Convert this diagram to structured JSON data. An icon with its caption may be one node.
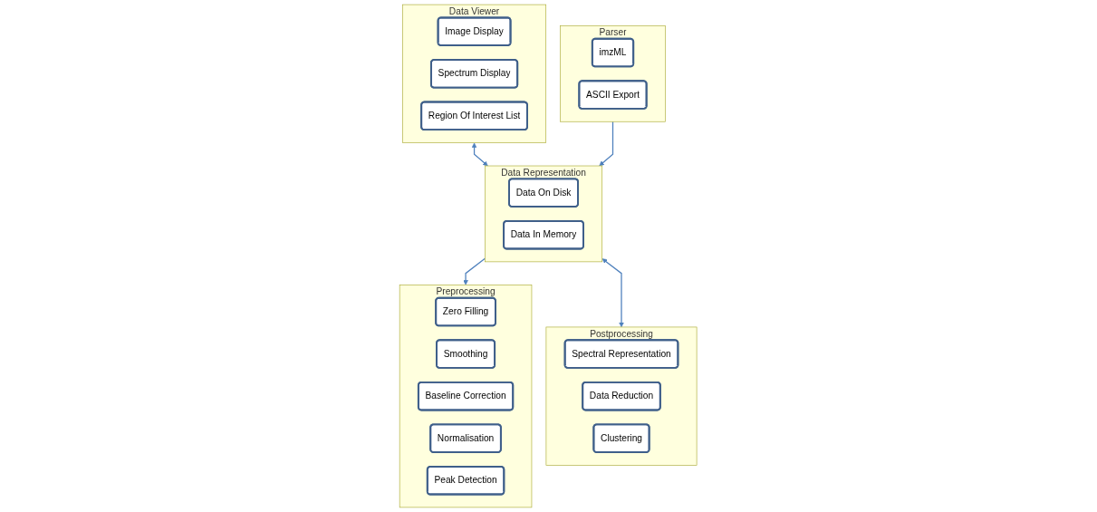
{
  "diagram": {
    "nodes": [
      {
        "text": [
          "Data Viewer"
        ]
      },
      {
        "text": [
          "Image Display"
        ],
        "in": 0
      },
      {
        "text": [
          "Spectrum Display"
        ],
        "in": 0
      },
      {
        "text": [
          "Region Of Interest List"
        ],
        "in": 0
      },
      {
        "text": [
          "Parser"
        ]
      },
      {
        "text": [
          "imzML"
        ],
        "in": 4
      },
      {
        "text": [
          "ASCII Export"
        ],
        "in": 4
      },
      {
        "text": [
          "Data Representation"
        ]
      },
      {
        "text": [
          "Data On Disk"
        ],
        "in": 7
      },
      {
        "text": [
          "Data In Memory"
        ],
        "in": 7
      },
      {
        "text": [
          "Preprocessing"
        ]
      },
      {
        "text": [
          "Zero Filling"
        ],
        "in": 10
      },
      {
        "text": [
          "Smoothing"
        ],
        "in": 10
      },
      {
        "text": [
          "Baseline Correction"
        ],
        "in": 10
      },
      {
        "text": [
          "Normalisation"
        ],
        "in": 10
      },
      {
        "text": [
          "Peak Detection"
        ],
        "in": 10
      },
      {
        "text": [
          "Postprocessing"
        ]
      },
      {
        "text": [
          "Spectral Representation"
        ],
        "in": 16
      },
      {
        "text": [
          "Data Reduction"
        ],
        "in": 16
      },
      {
        "text": [
          "Clustering"
        ],
        "in": 16
      }
    ],
    "edges": [
      {
        "from": 0,
        "to": 7,
        "arrow": "both"
      },
      {
        "from": 4,
        "to": 7,
        "arrow": "to"
      },
      {
        "from": 7,
        "to": 10,
        "arrow": "to"
      },
      {
        "from": 7,
        "to": 16,
        "arrow": "both"
      }
    ]
  }
}
